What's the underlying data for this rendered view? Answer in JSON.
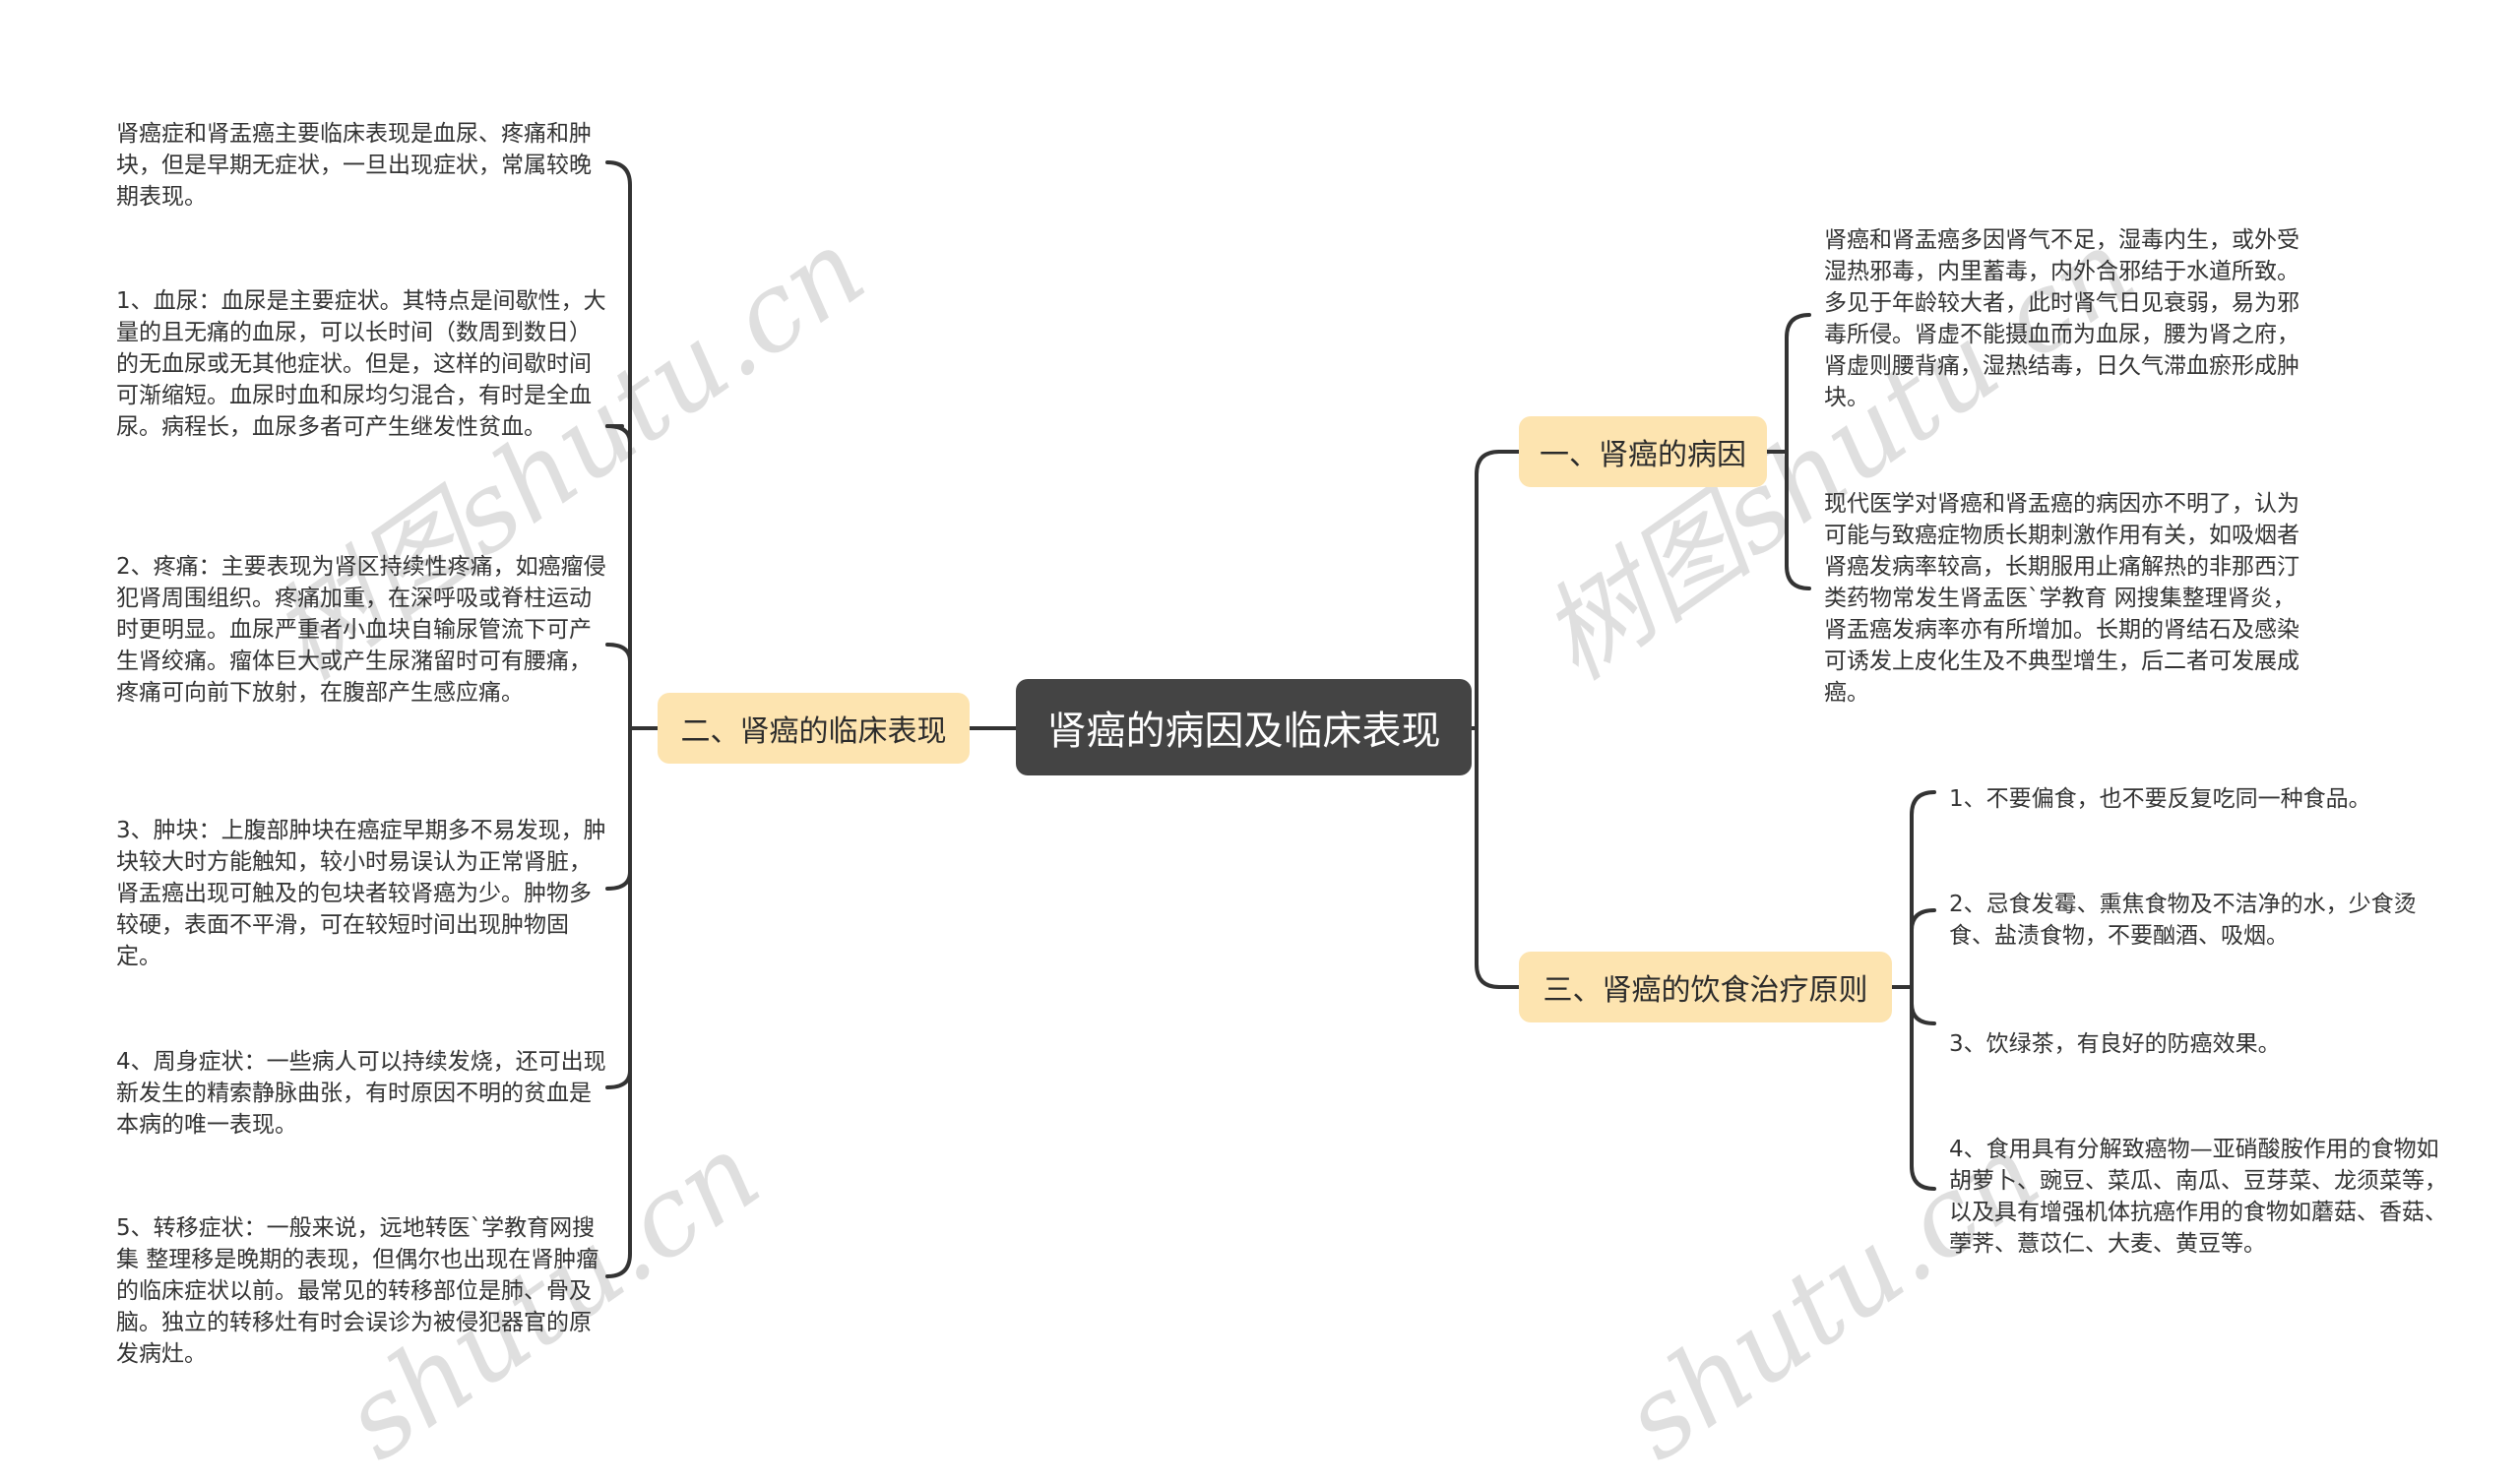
{
  "root": {
    "label": "肾癌的病因及临床表现"
  },
  "branches": {
    "cause": {
      "label": "一、肾癌的病因",
      "items": [
        "肾癌和肾盂癌多因肾气不足，湿毒内生，或外受湿热邪毒，内里蓄毒，内外合邪结于水道所致。多见于年龄较大者，此时肾气日见衰弱，易为邪毒所侵。肾虚不能摄血而为血尿，腰为肾之府，肾虚则腰背痛，湿热结毒，日久气滞血瘀形成肿块。",
        "现代医学对肾癌和肾盂癌的病因亦不明了，认为可能与致癌症物质长期刺激作用有关，如吸烟者肾癌发病率较高，长期服用止痛解热的非那西汀类药物常发生肾盂医`学教育 网搜集整理肾炎，肾盂癌发病率亦有所增加。长期的肾结石及感染可诱发上皮化生及不典型增生，后二者可发展成癌。"
      ]
    },
    "clinical": {
      "label": "二、肾癌的临床表现",
      "items": [
        "肾癌症和肾盂癌主要临床表现是血尿、疼痛和肿块，但是早期无症状，一旦出现症状，常属较晚期表现。",
        "1、血尿：血尿是主要症状。其特点是间歇性，大量的且无痛的血尿，可以长时间（数周到数日）的无血尿或无其他症状。但是，这样的间歇时间可渐缩短。血尿时血和尿均匀混合，有时是全血尿。病程长，血尿多者可产生继发性贫血。",
        "2、疼痛：主要表现为肾区持续性疼痛，如癌瘤侵犯肾周围组织。疼痛加重，在深呼吸或脊柱运动时更明显。血尿严重者小血块自输尿管流下可产生肾绞痛。瘤体巨大或产生尿潴留时可有腰痛，疼痛可向前下放射，在腹部产生感应痛。",
        "3、肿块：上腹部肿块在癌症早期多不易发现，肿块较大时方能触知，较小时易误认为正常肾脏，肾盂癌出现可触及的包块者较肾癌为少。肿物多较硬，表面不平滑，可在较短时间出现肿物固定。",
        "4、周身症状：一些病人可以持续发烧，还可出现新发生的精索静脉曲张，有时原因不明的贫血是本病的唯一表现。",
        "5、转移症状：一般来说，远地转医`学教育网搜集 整理移是晚期的表现，但偶尔也出现在肾肿瘤的临床症状以前。最常见的转移部位是肺、骨及脑。独立的转移灶有时会误诊为被侵犯器官的原发病灶。"
      ]
    },
    "diet": {
      "label": "三、肾癌的饮食治疗原则",
      "items": [
        "1、不要偏食，也不要反复吃同一种食品。",
        "2、忌食发霉、熏焦食物及不洁净的水，少食烫食、盐渍食物，不要酗酒、吸烟。",
        "3、饮绿茶，有良好的防癌效果。",
        "4、食用具有分解致癌物—亚硝酸胺作用的食物如胡萝卜、豌豆、菜瓜、南瓜、豆芽菜、龙须菜等，以及具有增强机体抗癌作用的食物如蘑菇、香菇、荸荠、薏苡仁、大麦、黄豆等。"
      ]
    }
  },
  "watermark": {
    "text_latin": "shutu.cn",
    "text_cn": "树图"
  },
  "colors": {
    "root_bg": "#444444",
    "root_text": "#ffffff",
    "branch_bg": "#fde4b0",
    "line": "#333333",
    "text": "#333333",
    "watermark": "#d5d5d5"
  }
}
